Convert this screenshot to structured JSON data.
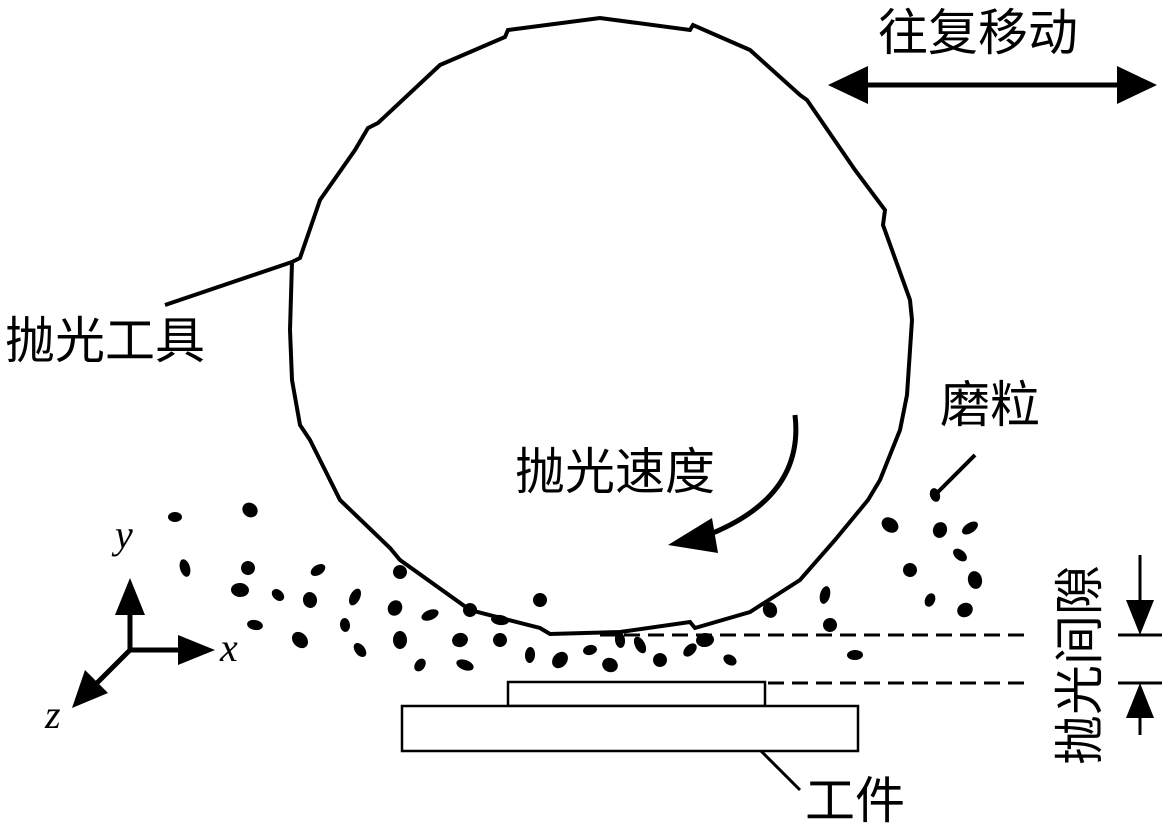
{
  "labels": {
    "reciprocating_motion": "往复移动",
    "polishing_tool": "抛光工具",
    "abrasive_particles": "磨粒",
    "polishing_speed": "抛光速度",
    "polishing_gap": "抛光间隙",
    "workpiece": "工件"
  },
  "axes": {
    "x": "x",
    "y": "y",
    "z": "z"
  },
  "colors": {
    "stroke": "#000000",
    "background": "#ffffff"
  }
}
